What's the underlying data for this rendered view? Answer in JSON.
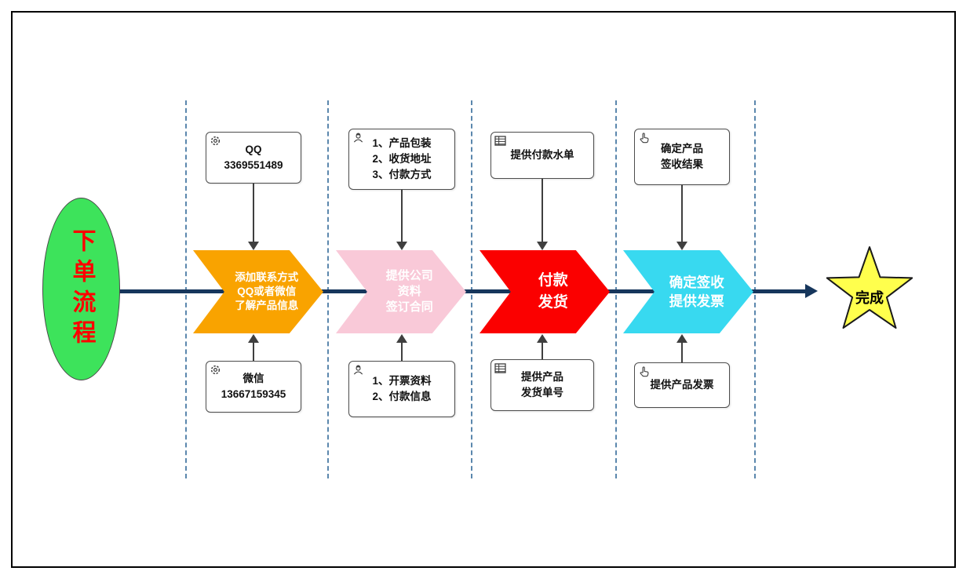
{
  "diagram": {
    "title": "下单流程",
    "finish_label": "完成"
  },
  "colors": {
    "title_ellipse_fill": "#3de35b",
    "title_text": "#ff0000",
    "stage1_fill": "#f9a300",
    "stage2_fill": "#f9c9d8",
    "stage3_fill": "#fb0000",
    "stage4_fill": "#38d9f0",
    "star_fill": "#ffff4d",
    "flow_line": "#16365c",
    "divider": "#5b87ad"
  },
  "stages": [
    {
      "chevron_lines": [
        "添加联系方式",
        "QQ或者微信",
        "了解产品信息"
      ],
      "top_box": {
        "icon": "gear-icon",
        "lines": [
          "QQ",
          "3369551489"
        ]
      },
      "bottom_box": {
        "icon": "gear-icon",
        "lines": [
          "微信",
          "13667159345"
        ]
      }
    },
    {
      "chevron_lines": [
        "提供公司",
        "资料",
        "签订合同"
      ],
      "top_box": {
        "icon": "worker-icon",
        "lines": [
          "1、产品包装",
          "2、收货地址",
          "3、付款方式"
        ]
      },
      "bottom_box": {
        "icon": "worker-icon",
        "lines": [
          "1、开票资料",
          "2、付款信息"
        ]
      }
    },
    {
      "chevron_lines": [
        "付款",
        "发货"
      ],
      "top_box": {
        "icon": "spreadsheet-icon",
        "lines": [
          "提供付款水单"
        ]
      },
      "bottom_box": {
        "icon": "spreadsheet-icon",
        "lines": [
          "提供产品",
          "发货单号"
        ]
      }
    },
    {
      "chevron_lines": [
        "确定签收",
        "提供发票"
      ],
      "top_box": {
        "icon": "pointing-hand-icon",
        "lines": [
          "确定产品",
          "签收结果"
        ]
      },
      "bottom_box": {
        "icon": "pointing-hand-icon",
        "lines": [
          "提供产品发票"
        ]
      }
    }
  ]
}
